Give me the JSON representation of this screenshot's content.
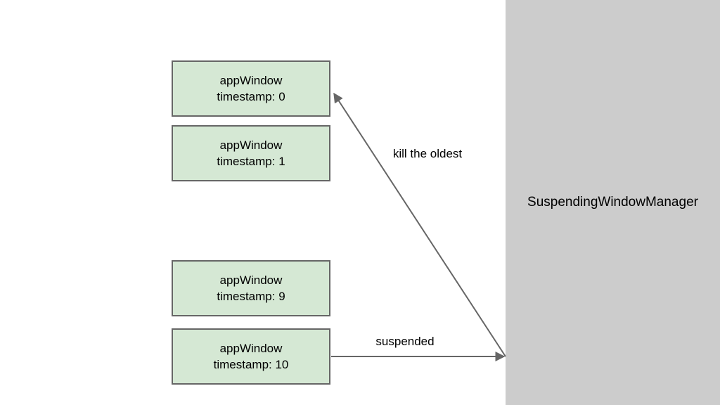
{
  "panel": {
    "title": "SuspendingWindowManager"
  },
  "boxes": [
    {
      "line1": "appWindow",
      "line2": "timestamp: 0"
    },
    {
      "line1": "appWindow",
      "line2": "timestamp: 1"
    },
    {
      "line1": "appWindow",
      "line2": "timestamp: 9"
    },
    {
      "line1": "appWindow",
      "line2": "timestamp: 10"
    }
  ],
  "edges": [
    {
      "label": "kill the oldest"
    },
    {
      "label": "suspended"
    }
  ],
  "colors": {
    "background": "#ffffff",
    "panel_fill": "#cccccc",
    "box_fill": "#d5e8d4",
    "box_border": "#666666",
    "arrow": "#666666",
    "text": "#000000"
  }
}
